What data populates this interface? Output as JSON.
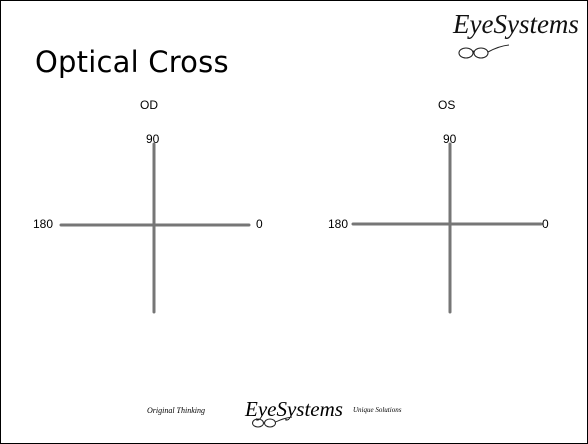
{
  "slide": {
    "title": "Optical Cross",
    "logo_text": "EyeSystems",
    "logo_icon": "eyeglasses-icon",
    "line_color": "#767676"
  },
  "od": {
    "label": "OD",
    "top_label": "90",
    "left_label": "180",
    "right_label": "0"
  },
  "os": {
    "label": "OS",
    "top_label": "90",
    "left_label": "180",
    "right_label": "0"
  },
  "footer": {
    "left_text": "Original Thinking",
    "logo_text": "EyeSystems",
    "right_text": "Unique Solutions"
  }
}
